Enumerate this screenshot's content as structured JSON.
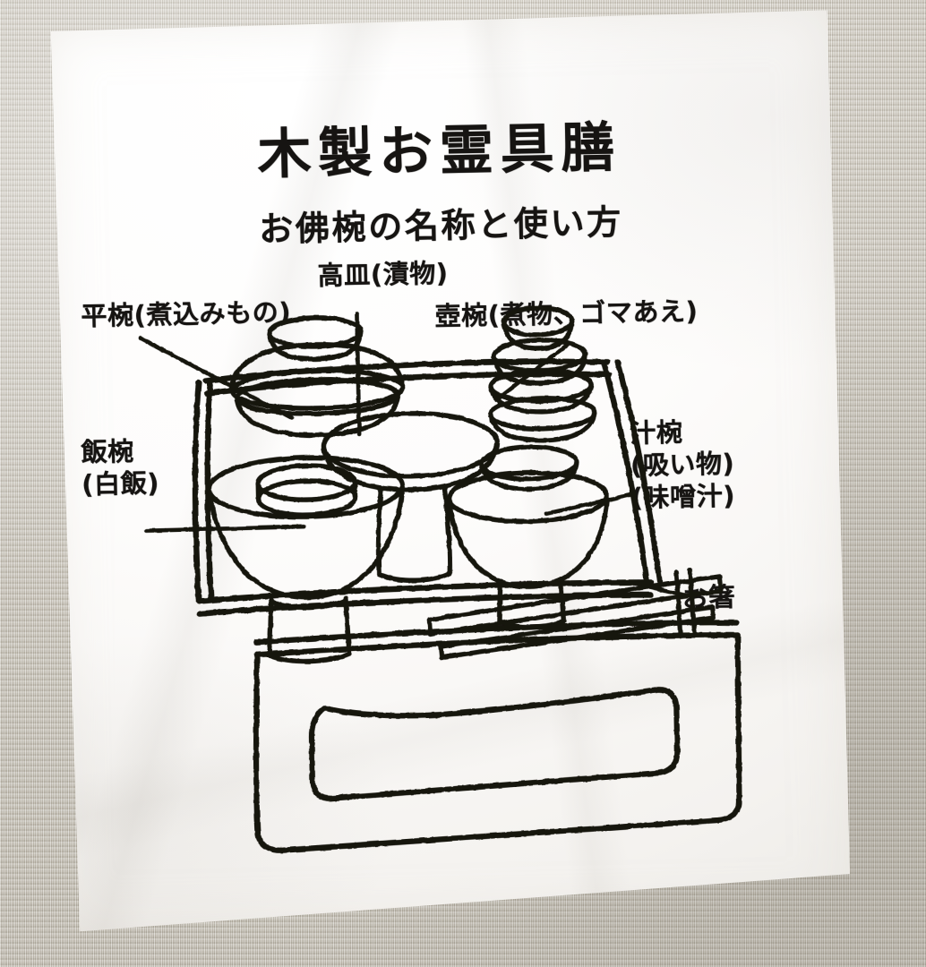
{
  "document": {
    "kind": "scanned-handwritten-diagram",
    "title": "木製お霊具膳",
    "subtitle": "お佛椀の名称と使い方"
  },
  "labels": {
    "takazara": "高皿(漬物)",
    "hirawan": "平椀(煮込みもの)",
    "tsubowan": "壺椀(煮物、ゴマあえ)",
    "meshiwan_line1": "飯椀",
    "meshiwan_line2": "(白飯)",
    "shiruwan_line1": "汁椀",
    "shiruwan_line2": "(吸い物)",
    "shiruwan_line3": "(味噌汁)",
    "ohashi": "お箸"
  },
  "colors": {
    "ink": "#161412",
    "paper": "#fdfcfb",
    "backdrop": "#cdc8be"
  },
  "diagram": {
    "parts": [
      {
        "id": "takazara",
        "name": "高皿",
        "use": "漬物",
        "position": "center"
      },
      {
        "id": "hirawan",
        "name": "平椀",
        "use": "煮込みもの",
        "position": "back-left"
      },
      {
        "id": "tsubowan",
        "name": "壺椀",
        "use": "煮物、ゴマあえ",
        "position": "back-right"
      },
      {
        "id": "meshiwan",
        "name": "飯椀",
        "use": "白飯",
        "position": "front-left"
      },
      {
        "id": "shiruwan",
        "name": "汁椀",
        "use": "吸い物 / 味噌汁",
        "position": "front-right"
      },
      {
        "id": "ohashi",
        "name": "お箸",
        "use": "",
        "position": "front-edge"
      }
    ]
  }
}
